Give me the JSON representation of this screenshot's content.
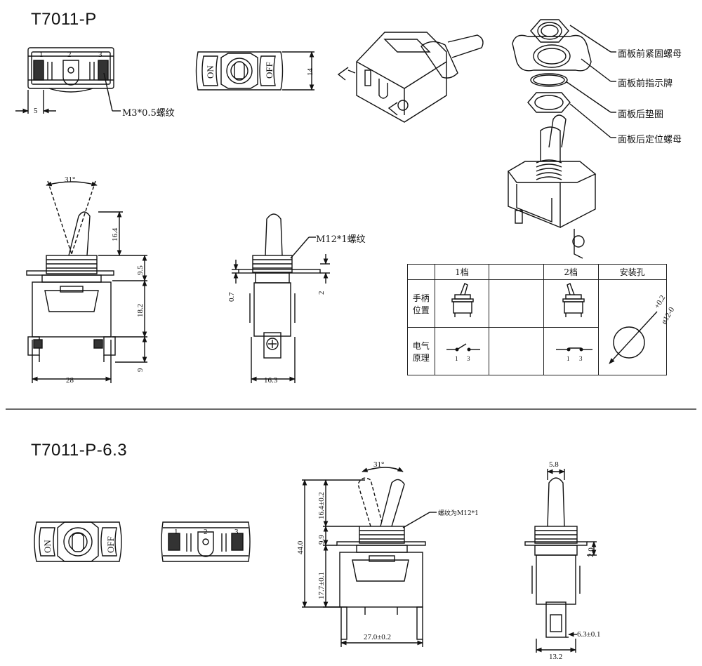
{
  "section1": {
    "title": "T7011-P",
    "labels": {
      "thread_m3": "M3*0.5螺纹",
      "thread_m12": "M12*1螺纹",
      "on": "ON",
      "off": "OFF"
    },
    "dimensions": {
      "d5": "5",
      "d14": "14",
      "d31": "31°",
      "d16_4": "16.4",
      "d9_5": "9.5",
      "d18_2": "18.2",
      "d9": "9",
      "d28": "28",
      "d0_7": "0.7",
      "d2": "2",
      "d16_3": "16.3"
    },
    "terminals": [
      "1",
      "2",
      "3"
    ],
    "exploded_parts": [
      "面板前紧固螺母",
      "面板前指示牌",
      "面板后垫圈",
      "面板后定位螺母"
    ],
    "table": {
      "headers": [
        "1档",
        "2档",
        "安装孔"
      ],
      "row_labels": [
        "手柄\n位置",
        "电气\n原理"
      ],
      "circuit_terminals": [
        "1",
        "3"
      ],
      "hole_tolerance": "+0.2",
      "hole_diameter": "ø12-0"
    }
  },
  "section2": {
    "title": "T7011-P-6.3",
    "labels": {
      "thread_note": "螺纹为M12*1",
      "on": "ON",
      "off": "OFF"
    },
    "dimensions": {
      "d31": "31°",
      "d16_4": "16.4±0.2",
      "d9_9": "9.9",
      "d44": "44.0",
      "d17_7": "17.7±0.1",
      "d27": "27.0±0.2",
      "d5_8": "5.8",
      "d2_0": "2.0",
      "d6_3": "6.3±0.1",
      "d13_2": "13.2"
    },
    "terminals": [
      "1",
      "2",
      "3"
    ]
  }
}
